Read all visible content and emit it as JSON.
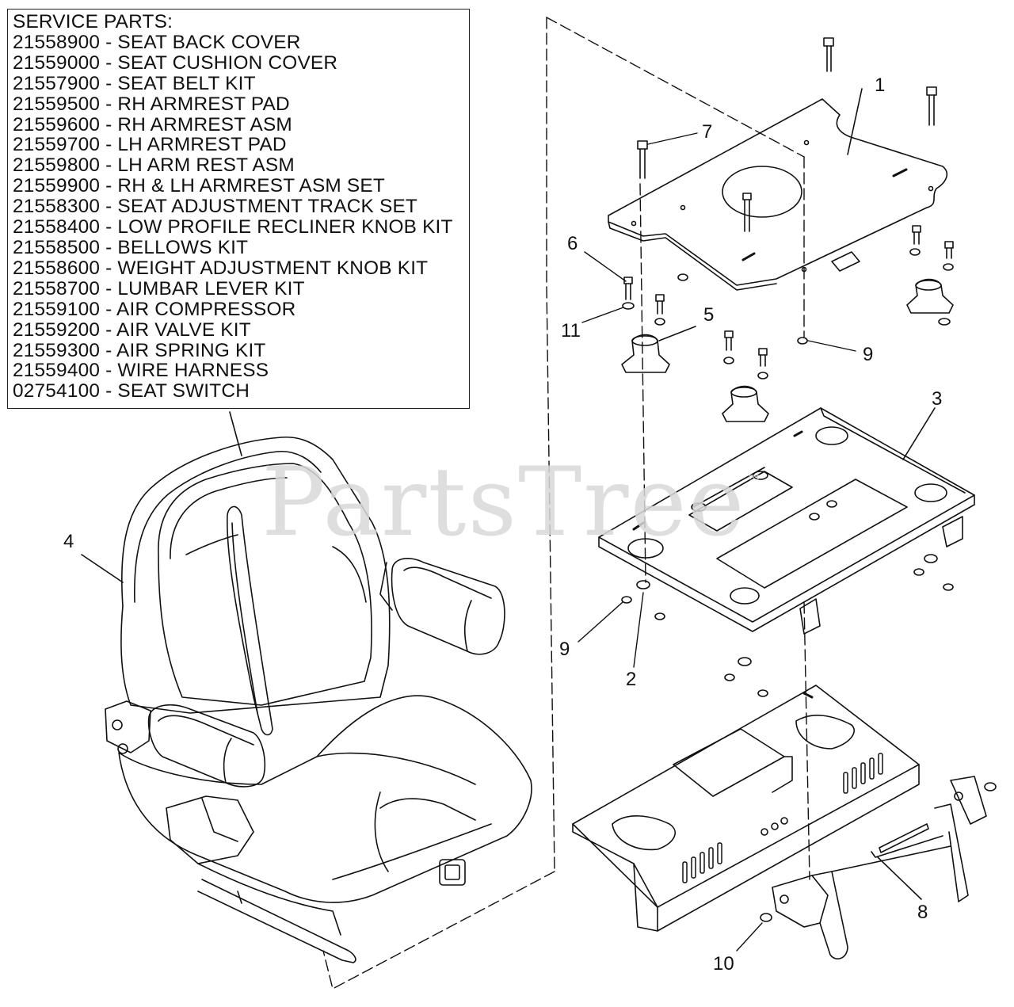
{
  "service_parts": {
    "title": "SERVICE PARTS:",
    "items": [
      "21558900 - SEAT BACK COVER",
      "21559000 - SEAT CUSHION COVER",
      "21557900 - SEAT BELT KIT",
      "21559500 - RH ARMREST PAD",
      "21559600 - RH ARMREST ASM",
      "21559700 - LH ARMREST PAD",
      "21559800 - LH ARM REST ASM",
      "21559900 - RH & LH ARMREST ASM SET",
      "21558300 - SEAT ADJUSTMENT TRACK SET",
      "21558400 - LOW PROFILE RECLINER KNOB KIT",
      "21558500 - BELLOWS KIT",
      "21558600 - WEIGHT ADJUSTMENT KNOB KIT",
      "21558700 - LUMBAR LEVER KIT",
      "21559100 - AIR COMPRESSOR",
      "21559200 - AIR VALVE KIT",
      "21559300 - AIR SPRING KIT",
      "21559400 - WIRE HARNESS",
      "02754100 - SEAT SWITCH"
    ]
  },
  "callouts": {
    "c1": "1",
    "c2": "2",
    "c3": "3",
    "c4": "4",
    "c5": "5",
    "c6": "6",
    "c7": "7",
    "c8": "8",
    "c9a": "9",
    "c9b": "9",
    "c10": "10",
    "c11": "11"
  },
  "watermark": {
    "text": "PartsTree",
    "mark": "™"
  }
}
